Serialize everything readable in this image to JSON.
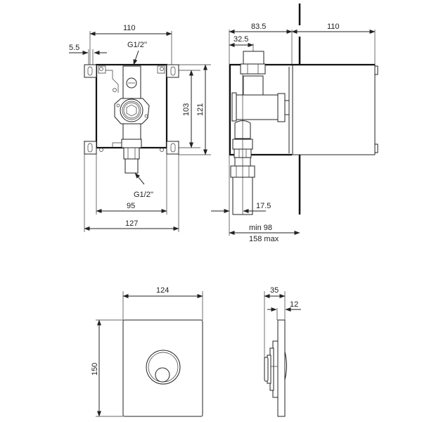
{
  "drawing": {
    "line_color": "#222222",
    "background": "#ffffff",
    "front_view": {
      "dimensions": {
        "top_width": "110",
        "left_offset": "5.5",
        "inner_height": "103",
        "outer_height": "121",
        "inner_width": "95",
        "outer_width": "127"
      },
      "labels": {
        "top_thread": "G1/2''",
        "bottom_thread": "G1/2''"
      }
    },
    "side_view": {
      "dimensions": {
        "body_depth": "83.5",
        "inlet_offset": "32.5",
        "box_depth": "110",
        "outlet_offset": "17.5",
        "min_depth": "min 98",
        "max_depth": "158 max"
      }
    },
    "plate_front": {
      "dimensions": {
        "width": "124",
        "height": "150"
      }
    },
    "plate_side": {
      "dimensions": {
        "total_depth": "35",
        "plate_thickness": "12"
      }
    }
  }
}
